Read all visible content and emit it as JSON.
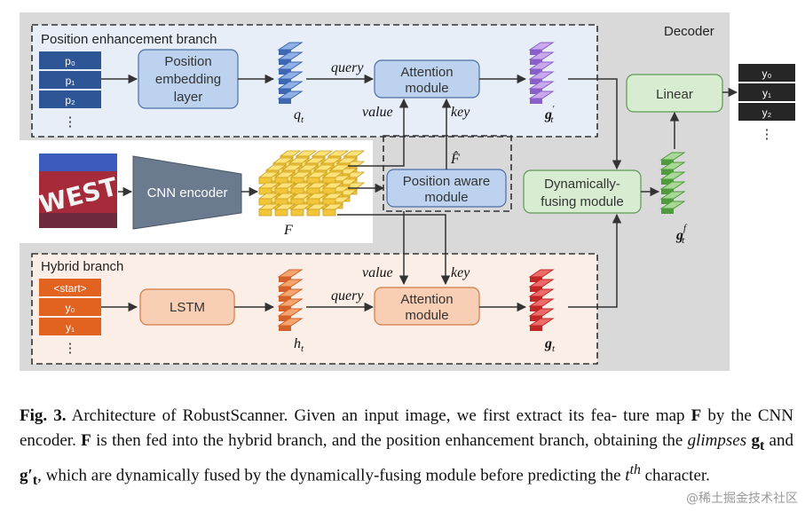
{
  "figure": {
    "decoder_label": "Decoder",
    "position_branch_label": "Position enhancement branch",
    "hybrid_branch_label": "Hybrid branch",
    "position_inputs": [
      "p₀",
      "p₁",
      "p₂",
      "⋮"
    ],
    "hybrid_inputs": [
      "<start>",
      "y₀",
      "y₁",
      "⋮"
    ],
    "outputs": [
      "y₀",
      "y₁",
      "y₂",
      "⋮"
    ],
    "input_image_text": "WEST",
    "boxes": {
      "pos_embed": [
        "Position",
        "embedding",
        "layer"
      ],
      "attn_top": [
        "Attention",
        "module"
      ],
      "pos_aware": [
        "Position aware",
        "module"
      ],
      "cnn": "CNN encoder",
      "dyn_fuse": [
        "Dynamically-",
        "fusing module"
      ],
      "linear": "Linear",
      "lstm": "LSTM",
      "attn_bottom": [
        "Attention",
        "module"
      ]
    },
    "edge_labels": {
      "query_top": "query",
      "value_top": "value",
      "key_top": "key",
      "value_bottom": "value",
      "key_bottom": "key",
      "query_bottom": "query"
    },
    "symbols": {
      "q_t": "q",
      "q_sub": "t",
      "g_prime": "g",
      "g_prime_sub": "t",
      "F_hat": "F̂",
      "F": "F",
      "g_f": "g",
      "g_f_sub": "t",
      "g_f_sup": "f",
      "h_t": "h",
      "h_sub": "t",
      "g_t": "g",
      "g_sub": "t"
    },
    "colors": {
      "decoder_bg": "#d9d9d9",
      "pos_branch_bg": "#e8eef8",
      "hybrid_branch_bg": "#fbeee6",
      "blue_box": "#bcd2ee",
      "blue_seq": "#2e5596",
      "orange_box": "#f8cfb4",
      "orange_seq": "#e2631f",
      "green_box": "#d7ecd1",
      "cnn_gray": "#6b7a8f",
      "output_seq": "#262626"
    }
  },
  "caption": {
    "fig_label": "Fig. 3.",
    "text_1": " Architecture of RobustScanner. Given an input image, we first extract its fea- ture map ",
    "F1": "F",
    "text_2": " by the CNN encoder. ",
    "F2": "F",
    "text_3": " is then fed into the hybrid branch, and the position enhancement branch, obtaining the ",
    "glimpses": "glimpses",
    "text_4": " ",
    "g_t": "g",
    "g_t_sub": "t",
    "text_5": " and ",
    "g_t_prime": "g′",
    "g_t_prime_sub": "t",
    "text_6": ", which are dynamically fused by the dynamically-fusing module before predicting the ",
    "t": "t",
    "th": "th",
    "text_7": " character."
  },
  "watermark": "@稀土掘金技术社区"
}
